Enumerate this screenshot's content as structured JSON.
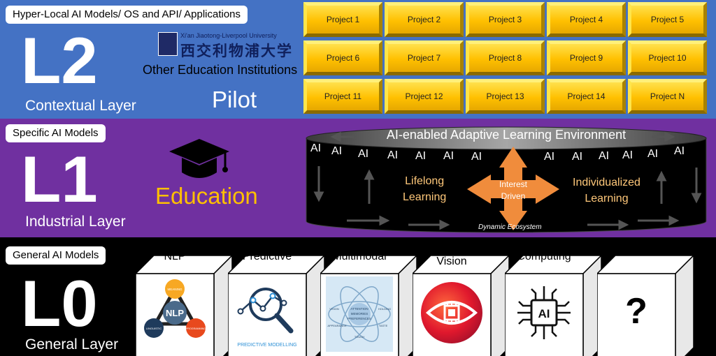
{
  "l2": {
    "tag": "Hyper-Local AI Models/ OS and API/ Applications",
    "level": "L2",
    "layer_name": "Contextual Layer",
    "university_en": "Xi'an Jiaotong-Liverpool University",
    "university_cn": "西交利物浦大学",
    "other_institutions": "Other Education Institutions",
    "pilot": "Pilot",
    "projects": [
      "Project 1",
      "Project 2",
      "Project 3",
      "Project 4",
      "Project 5",
      "Project 6",
      "Project 7",
      "Project 8",
      "Project 9",
      "Project 10",
      "Project 11",
      "Project 12",
      "Project 13",
      "Project 14",
      "Project N"
    ]
  },
  "l1": {
    "tag": "Specific AI Models",
    "level": "L1",
    "layer_name": "Industrial Layer",
    "domain": "Education",
    "cylinder_title": "AI-enabled Adaptive Learning Environment",
    "ai_label": "AI",
    "lifelong_1": "Lifelong",
    "lifelong_2": "Learning",
    "interest_1": "Interest",
    "interest_2": "Driven",
    "individualized_1": "Individualized",
    "individualized_2": "Learning",
    "dynamic": "Dynamic Ecosystem"
  },
  "l0": {
    "tag": "General AI Models",
    "level": "L0",
    "layer_name": "General Layer",
    "cubes": [
      {
        "label": "NLP",
        "icon": "nlp-icon"
      },
      {
        "label": "Predictive",
        "icon": "predictive-modelling-icon"
      },
      {
        "label": "Multimodal",
        "icon": "multimodal-icon"
      },
      {
        "label": "Computer Vision",
        "icon": "eye-chip-icon"
      },
      {
        "label": "Computing",
        "icon": "ai-chip-icon"
      },
      {
        "label": "",
        "icon": "question-mark-icon"
      }
    ],
    "nlp_art": {
      "center": "NLP",
      "top": "MEANING",
      "left": "LINGUISTIC",
      "right": "PROGRAMMING"
    },
    "predictive_caption": "PREDICTIVE MODELLING",
    "multimodal_art": {
      "center": [
        "ATTENTION",
        "MEMORIES",
        "PREFERENCES"
      ],
      "left": "VISION",
      "right": "HOLDING",
      "left2": "APPEARANCE",
      "right2": "TASTE",
      "bottom": "TOUCH"
    },
    "chip_text": "AI",
    "unknown": "?"
  },
  "colors": {
    "l2_bg": "#4472c4",
    "l1_bg": "#7030a0",
    "l0_bg": "#000000",
    "project_gold": "#ffc000",
    "education_gold": "#ffc000",
    "arrow_orange": "#f08c3c"
  }
}
